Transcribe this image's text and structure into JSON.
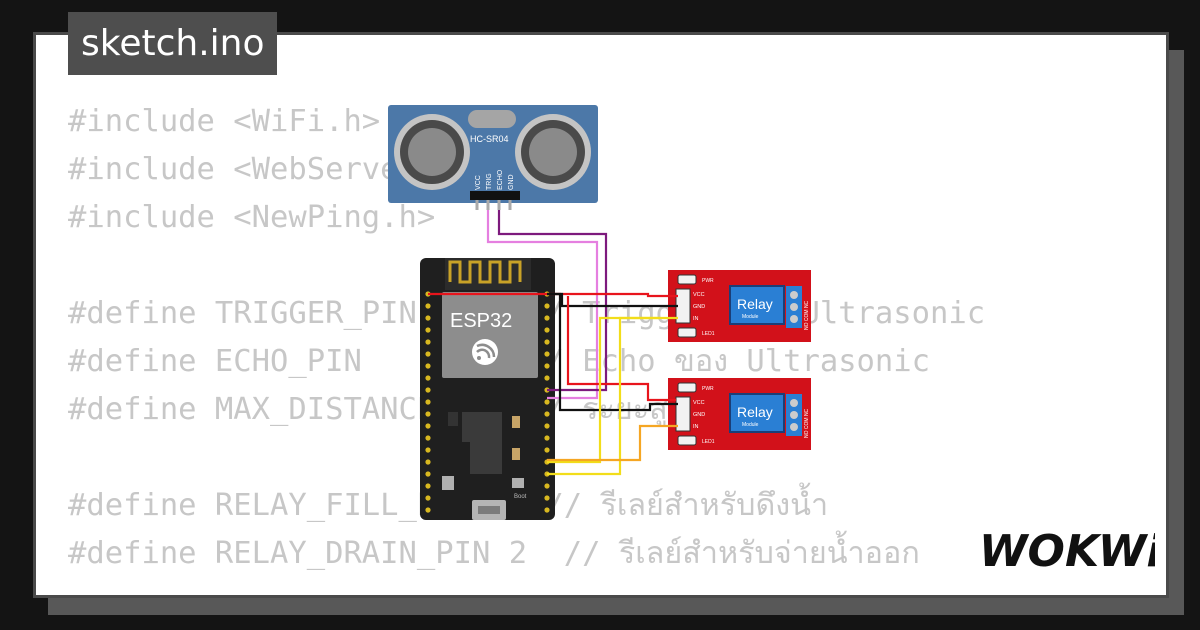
{
  "title": "sketch.ino",
  "code_lines": [
    "#include <WiFi.h>",
    "#include <WebServer.h>",
    "#include <NewPing.h>",
    "",
    "#define TRIGGER_PIN   5  // Trigger ของ Ultrasonic",
    "#define ECHO_PIN      18 // Echo ของ Ultrasonic",
    "#define MAX_DISTANCE 400 // ระยะสูงสุดที่วัด",
    "",
    "#define RELAY_FILL_PIN 15 // รีเลย์สำหรับดึงน้ำ",
    "#define RELAY_DRAIN_PIN 2  // รีเลย์สำหรับจ่ายน้ำออก"
  ],
  "sensor": {
    "label": "HC-SR04",
    "pins": [
      "VCC",
      "TRIG",
      "ECHO",
      "GND"
    ]
  },
  "mcu": {
    "label": "ESP32",
    "boot_label": "Boot"
  },
  "relays": [
    {
      "label": "Relay",
      "sub": "Module",
      "pins": [
        "VCC",
        "GND",
        "IN"
      ],
      "pwr": "PWR",
      "led": "LED1",
      "contacts": "NO COM NC"
    },
    {
      "label": "Relay",
      "sub": "Module",
      "pins": [
        "VCC",
        "GND",
        "IN"
      ],
      "pwr": "PWR",
      "led": "LED1",
      "contacts": "NO COM NC"
    }
  ],
  "logo": "WOKWi",
  "colors": {
    "wire_red": "#e8141c",
    "wire_black": "#111111",
    "wire_purple": "#7d1a7d",
    "wire_pink": "#e57fe0",
    "wire_orange": "#f5a623",
    "wire_yellow": "#f2dd1a",
    "board": "#1f1f1f",
    "relay_board": "#d2111a",
    "sensor_board": "#4c78a8"
  }
}
